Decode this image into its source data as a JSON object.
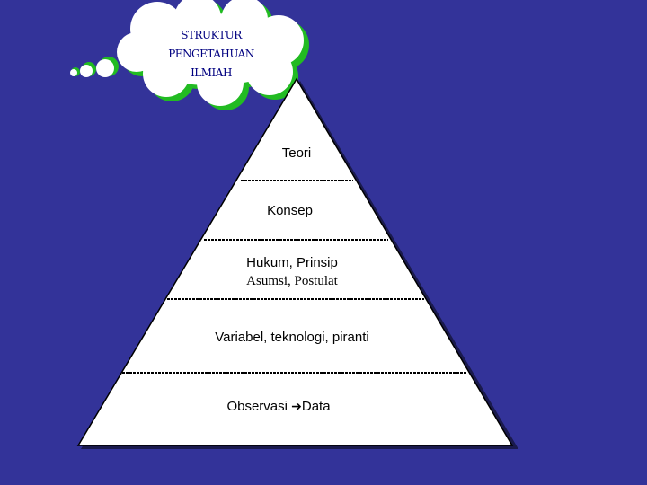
{
  "cloud": {
    "lines": [
      "STRUKTUR",
      "PENGETAHUAN",
      "ILMIAH"
    ]
  },
  "pyramid": {
    "tiers": [
      {
        "label": "Teori"
      },
      {
        "label": "Konsep"
      },
      {
        "label": "Hukum, Prinsip",
        "sublabel": "Asumsi, Postulat"
      },
      {
        "label": "Variabel, teknologi, piranti"
      },
      {
        "label": "Observasi",
        "arrow_icon": "arrow-right-icon",
        "arrow_target": "Data"
      }
    ]
  },
  "colors": {
    "background": "#333399",
    "cloud_fill": "#ffffff",
    "cloud_outline": "#22bb22",
    "cloud_text": "#000080",
    "pyramid_fill": "#ffffff",
    "pyramid_outline": "#000000",
    "pyramid_shadow": "#1a1a4d",
    "divider": "#000000"
  }
}
